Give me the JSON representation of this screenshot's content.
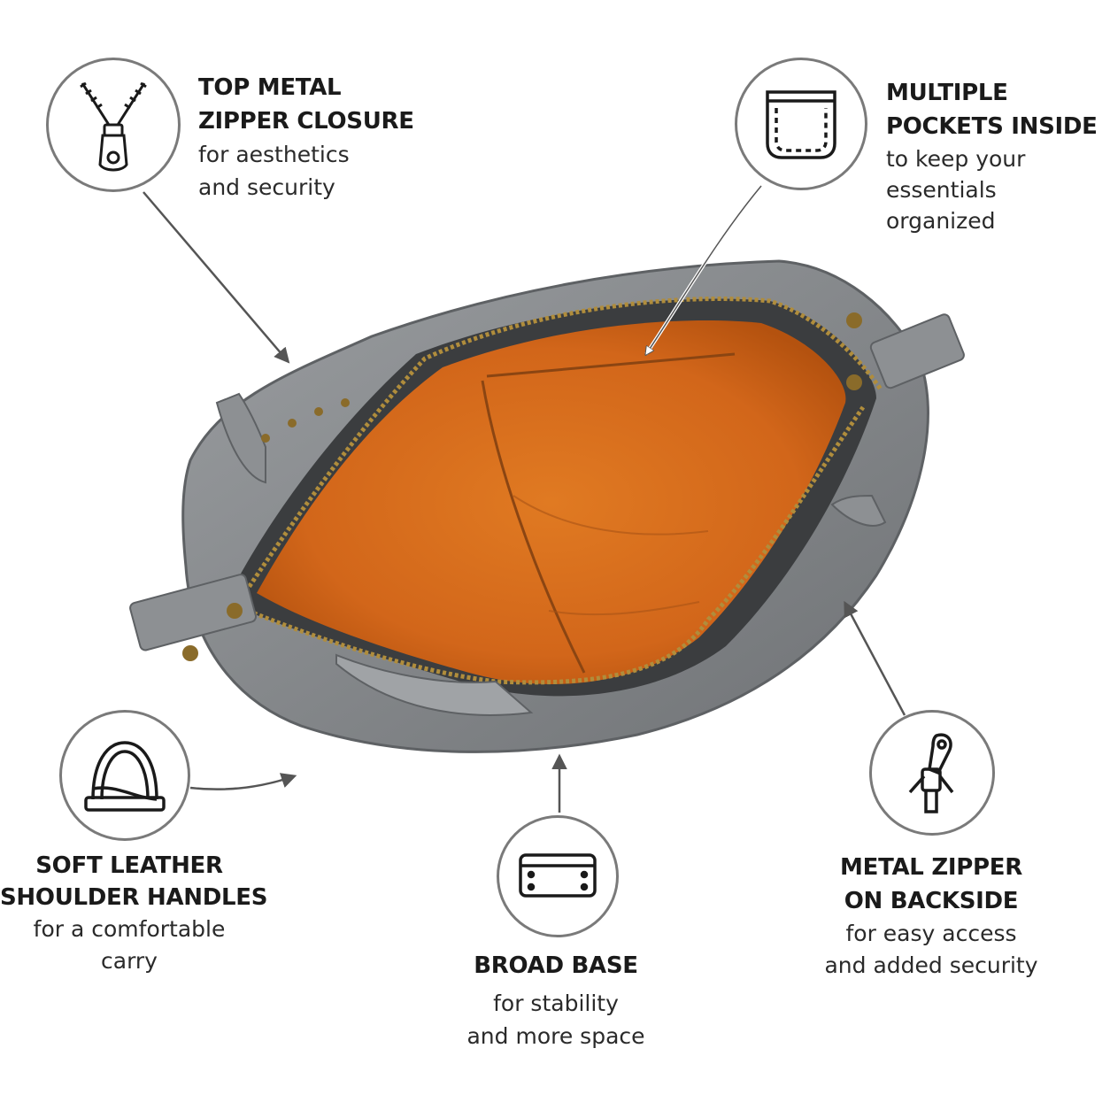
{
  "features": {
    "top_zipper": {
      "icon": "zipper-icon",
      "title": [
        "TOP METAL",
        "ZIPPER CLOSURE"
      ],
      "subtitle": [
        "for aesthetics",
        "and security"
      ]
    },
    "pockets": {
      "icon": "pocket-icon",
      "title": [
        "MULTIPLE",
        "POCKETS INSIDE"
      ],
      "subtitle": [
        "to keep your",
        "essentials",
        "organized"
      ]
    },
    "handles": {
      "icon": "handle-icon",
      "title": [
        "SOFT LEATHER",
        "SHOULDER HANDLES"
      ],
      "subtitle": [
        "for a comfortable",
        "carry"
      ]
    },
    "base": {
      "icon": "base-icon",
      "title": [
        "BROAD BASE"
      ],
      "subtitle": [
        "for stability",
        "and more space"
      ]
    },
    "back_zipper": {
      "icon": "zipper-pull-icon",
      "title": [
        "METAL ZIPPER",
        "ON BACKSIDE"
      ],
      "subtitle": [
        "for easy access",
        "and added security"
      ]
    }
  },
  "colors": {
    "leather": "#8a8d90",
    "lining": "#d9701f",
    "zipper": "#b08d3c",
    "outline": "#7a7a7a"
  }
}
